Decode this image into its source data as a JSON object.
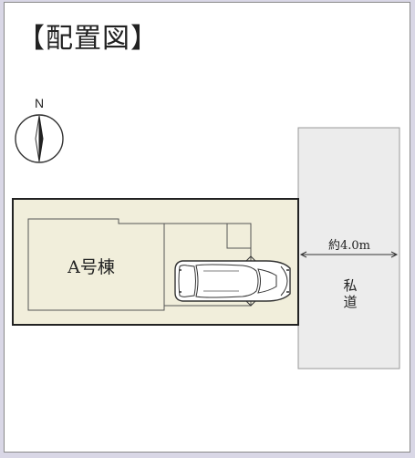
{
  "title": "【配置図】",
  "compass": {
    "north_label": "N"
  },
  "building": {
    "label": "A号棟"
  },
  "road": {
    "width_label": "約4.0m",
    "label_line1": "私",
    "label_line2": "道"
  },
  "colors": {
    "lot_fill": "#f1eedb",
    "lot_border": "#222222",
    "road_fill": "#ececec",
    "road_border": "#999999",
    "line": "#555555"
  }
}
